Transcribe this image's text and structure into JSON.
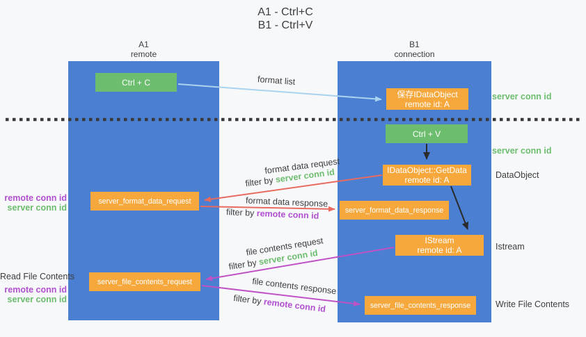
{
  "title": {
    "line1": "A1 - Ctrl+C",
    "line2": "B1 - Ctrl+V"
  },
  "lanes": {
    "left": {
      "name": "A1",
      "role": "remote"
    },
    "right": {
      "name": "B1",
      "role": "connection"
    }
  },
  "nodes": {
    "ctrl_c": {
      "label": "Ctrl + C"
    },
    "ctrl_v": {
      "label": "Ctrl + V"
    },
    "save_dataobject": {
      "line1": "保存IDataObject",
      "line2": "remote id: A"
    },
    "getdata": {
      "line1": "IDataObject::GetData",
      "line2": "remote id: A"
    },
    "istream": {
      "line1": "IStream",
      "line2": "remote id: A"
    },
    "format_request": {
      "label": "server_format_data_request"
    },
    "format_response": {
      "label": "server_format_data_response"
    },
    "file_request": {
      "label": "server_file_contents_request"
    },
    "file_response": {
      "label": "server_file_contents_response"
    }
  },
  "arrow_labels": {
    "format_list": "format list",
    "format_data_request": "format data request",
    "format_data_response": "format data response",
    "file_contents_request": "file contents request",
    "file_contents_response": "file contents response",
    "filter_by": "filter by ",
    "server_conn_id": "server conn id",
    "remote_conn_id": "remote conn id"
  },
  "side_labels": {
    "server_conn_id_1": "server conn id",
    "server_conn_id_2": "server conn id",
    "dataobject": "DataObject",
    "istream": "Istream",
    "write_file_contents": "Write File Contents",
    "read_file_contents": "Read File Contents",
    "remote_conn_id": "remote conn id",
    "server_conn_id": "server conn id"
  },
  "colors": {
    "bg": "#f7f8fa",
    "lane-blue": "#4a7fd2",
    "box-green": "#6cbd6d",
    "box-orange": "#f7a83d",
    "arrow-blue": "#a9d3ee",
    "arrow-red": "#e96a5f",
    "arrow-magenta": "#bf52c5",
    "arrow-black": "#2b2b2b",
    "conn-green": "#6cbd6d",
    "conn-purple": "#b04fcf",
    "text-dark": "#3d3d3d"
  }
}
